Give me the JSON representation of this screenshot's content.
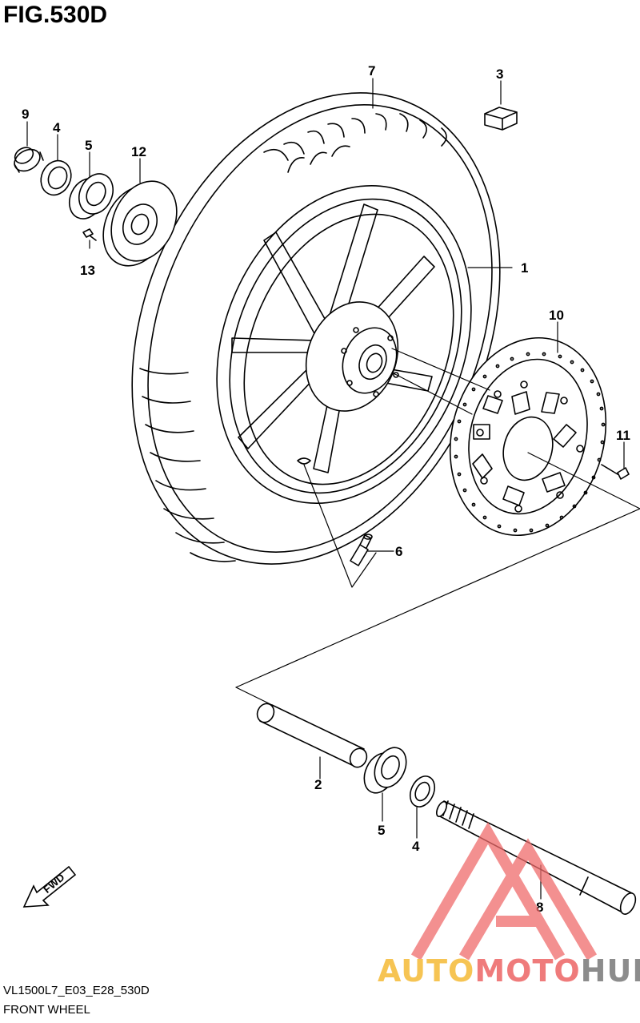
{
  "figure": {
    "title": "FIG.530D",
    "code": "VL1500L7_E03_E28_530D",
    "name": "FRONT WHEEL"
  },
  "callouts": {
    "p1": "1",
    "p2": "2",
    "p3": "3",
    "p4a": "4",
    "p4b": "4",
    "p5a": "5",
    "p5b": "5",
    "p6": "6",
    "p7": "7",
    "p8": "8",
    "p9": "9",
    "p10": "10",
    "p11": "11",
    "p12": "12",
    "p13": "13"
  },
  "direction_badge": {
    "label": "FWD"
  },
  "watermark": {
    "part1": "AUTO",
    "part2": "MOTO",
    "part3": "HUB",
    "colors": {
      "part1": "#f6c453",
      "part2": "#ef7b7b",
      "part3": "#8c8c8c",
      "logo": "#ef6b6b"
    }
  }
}
